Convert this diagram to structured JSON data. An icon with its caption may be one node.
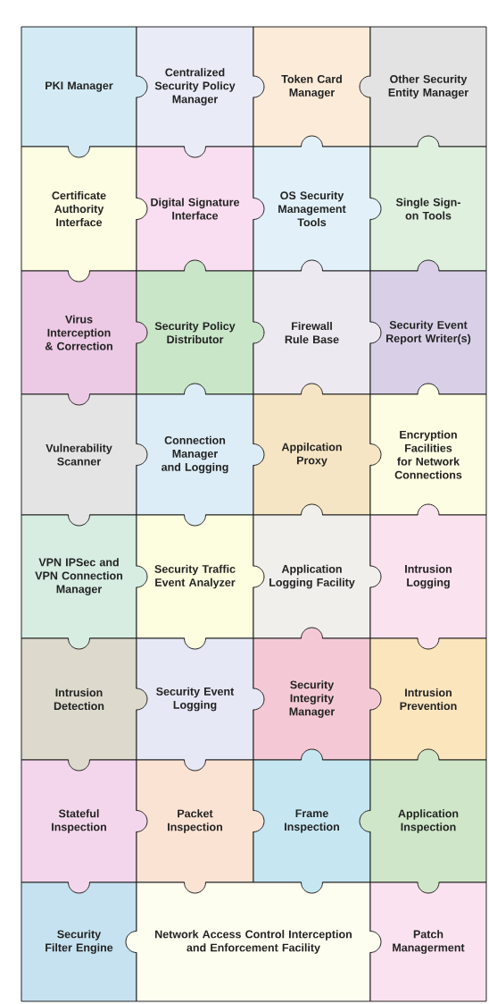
{
  "diagram": {
    "nodes": [
      {
        "text": [
          "PKI Manager"
        ]
      },
      {
        "text": [
          "Centralized Security Policy Manager"
        ]
      },
      {
        "text": [
          "Token Card Manager"
        ]
      },
      {
        "text": [
          "Other Security Entity Manager"
        ]
      },
      {
        "text": [
          "Certificate Authority Interface"
        ]
      },
      {
        "text": [
          "Digital Signature Interface"
        ]
      },
      {
        "text": [
          "OS Security Management Tools"
        ]
      },
      {
        "text": [
          "Single Sign-on Tools"
        ]
      },
      {
        "text": [
          "Virus Interception & Correction"
        ]
      },
      {
        "text": [
          "Security Policy Distributor"
        ]
      },
      {
        "text": [
          "Firewall Rule Base"
        ]
      },
      {
        "text": [
          "Security Event Report Writer(s)"
        ]
      },
      {
        "text": [
          "Vulnerability Scanner"
        ]
      },
      {
        "text": [
          "Connection Manager and Logging"
        ]
      },
      {
        "text": [
          "Appilcation Proxy"
        ]
      },
      {
        "text": [
          "Encryption Facilities for Network Connections"
        ]
      },
      {
        "text": [
          "VPN IPSec and VPN Connection Manager"
        ]
      },
      {
        "text": [
          "Security Traffic Event Analyzer"
        ]
      },
      {
        "text": [
          "Application Logging Facility"
        ]
      },
      {
        "text": [
          "Intrusion Logging"
        ]
      },
      {
        "text": [
          "Intrusion Detection"
        ]
      },
      {
        "text": [
          "Security Event Logging"
        ]
      },
      {
        "text": [
          "Security Integrity Manager"
        ]
      },
      {
        "text": [
          "Intrusion Prevention"
        ]
      },
      {
        "text": [
          "Stateful Inspection"
        ]
      },
      {
        "text": [
          "Packet Inspection"
        ]
      },
      {
        "text": [
          "Frame Inspection"
        ]
      },
      {
        "text": [
          "Application Inspection"
        ]
      },
      {
        "text": [
          "Security Filter Engine"
        ]
      },
      {
        "text": [
          "Network Access Control Interception and Enforcement Facility"
        ]
      },
      {
        "text": [
          "Patch Managerment"
        ]
      }
    ]
  }
}
